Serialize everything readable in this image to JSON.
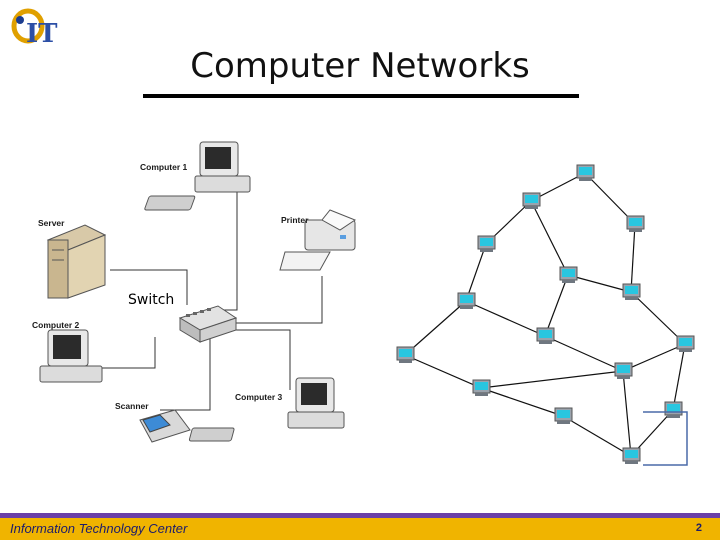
{
  "slide": {
    "title": "Computer Networks",
    "footer_text": "Information Technology Center",
    "page_number": "2"
  },
  "logo": {
    "text": "IT"
  },
  "left_diagram": {
    "labels": {
      "computer1": "Computer 1",
      "printer": "Printer",
      "server": "Server",
      "switch": "Switch",
      "computer2": "Computer 2",
      "scanner": "Scanner",
      "computer3": "Computer 3"
    }
  },
  "colors": {
    "footer_gold": "#f0b400",
    "footer_purple": "#6a3fa8",
    "monitor_screen": "#29c6e0"
  }
}
